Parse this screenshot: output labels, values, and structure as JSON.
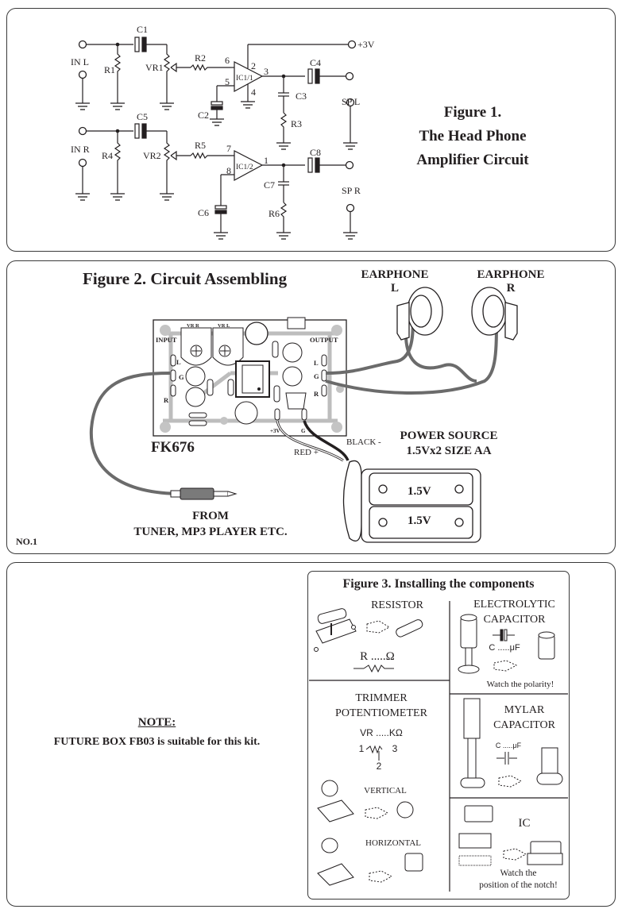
{
  "figure1": {
    "title_lines": [
      "Figure 1.",
      "The Head Phone",
      "Amplifier Circuit"
    ],
    "supply_label": "+3V",
    "inputs": [
      {
        "label": "IN L"
      },
      {
        "label": "IN R"
      }
    ],
    "outputs": [
      {
        "label": "SP L"
      },
      {
        "label": "SP R"
      }
    ],
    "components": {
      "C1": "C1",
      "C2": "C2",
      "C3": "C3",
      "C4": "C4",
      "C5": "C5",
      "C6": "C6",
      "C7": "C7",
      "C8": "C8",
      "R1": "R1",
      "R2": "R2",
      "R3": "R3",
      "R4": "R4",
      "R5": "R5",
      "R6": "R6",
      "VR1": "VR1",
      "VR2": "VR2",
      "IC1_1": "IC1/1",
      "IC1_2": "IC1/2"
    },
    "pins": {
      "ic1_1_plus": "6",
      "ic1_1_minus": "5",
      "ic1_1_vcc": "2",
      "ic1_1_gnd": "4",
      "ic1_1_out": "3",
      "ic1_2_plus": "7",
      "ic1_2_minus": "8",
      "ic1_2_out": "1"
    }
  },
  "figure2": {
    "title": "Figure 2. Circuit Assembling",
    "board_name": "FK676",
    "pcb_labels": {
      "input": "INPUT",
      "output": "OUTPUT",
      "in_l": "L",
      "in_g": "G",
      "in_r": "R",
      "out_l": "L",
      "out_g": "G",
      "out_r": "R",
      "vr_r": "VR R",
      "vr_l": "VR L",
      "plus3v": "+3V",
      "ground": "G"
    },
    "earphone_left": {
      "label": "EARPHONE",
      "side": "L"
    },
    "earphone_right": {
      "label": "EARPHONE",
      "side": "R"
    },
    "wire_black": "BLACK -",
    "wire_red": "RED +",
    "power_source_lines": [
      "POWER SOURCE",
      "1.5Vx2 SIZE AA"
    ],
    "battery_labels": [
      "1.5V",
      "1.5V"
    ],
    "source_lines": [
      "FROM",
      "TUNER, MP3 PLAYER ETC."
    ],
    "page_no": "NO.1"
  },
  "note": {
    "title": "NOTE:",
    "body": "FUTURE BOX FB03 is suitable for this kit."
  },
  "figure3": {
    "title": "Figure 3. Installing the components",
    "resistor": {
      "label": "RESISTOR",
      "value": "R .....Ω",
      "marking": "R"
    },
    "electrolytic": {
      "label_lines": [
        "ELECTROLYTIC",
        "CAPACITOR"
      ],
      "value": "C .....μF",
      "marking": "C",
      "warning": "Watch the polarity!"
    },
    "trimmer": {
      "label_lines": [
        "TRIMMER",
        "POTENTIOMETER"
      ],
      "value": "VR .....KΩ",
      "pin1": "1",
      "pin2": "2",
      "pin3": "3",
      "vertical": "VERTICAL",
      "horizontal": "HORIZONTAL",
      "marking": "VR"
    },
    "mylar": {
      "label_lines": [
        "MYLAR",
        "CAPACITOR"
      ],
      "value": "C .....μF",
      "marking": "C"
    },
    "ic": {
      "label": "IC",
      "warning_lines": [
        "Watch the",
        "position of the notch!"
      ]
    }
  }
}
